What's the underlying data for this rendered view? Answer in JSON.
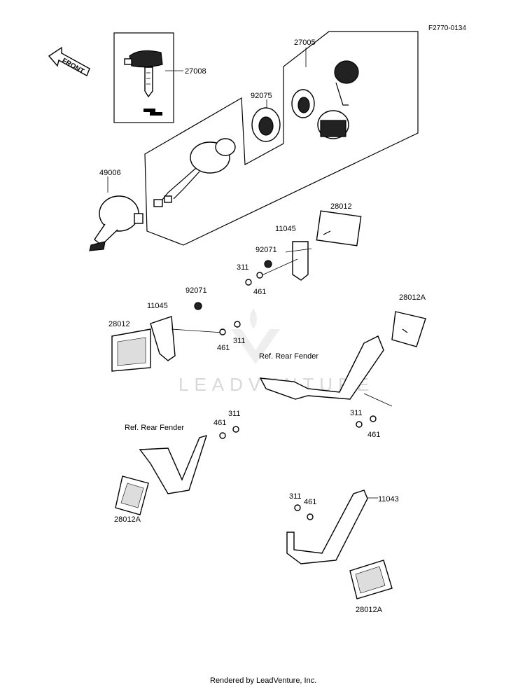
{
  "figure_code": "F2770-0134",
  "direction_label": "FRONT",
  "watermark": "LEADVENTURE",
  "footer": "Rendered by LeadVenture, Inc.",
  "part_labels": {
    "p27008": "27008",
    "p27005": "27005",
    "p92075": "92075",
    "p49006": "49006",
    "p28012_a": "28012",
    "p11045_a": "11045",
    "p92071_a": "92071",
    "p311_a": "311",
    "p461_a": "461",
    "p92071_b": "92071",
    "p11045_b": "11045",
    "p28012_b": "28012",
    "p461_b": "461",
    "p311_b": "311",
    "p28012A_a": "28012A",
    "ref_fender_a": "Ref. Rear Fender",
    "p311_c": "311",
    "p461_c": "461",
    "p311_d": "311",
    "p461_d": "461",
    "ref_fender_b": "Ref. Rear Fender",
    "p28012A_b": "28012A",
    "p311_e": "311",
    "p461_e": "461",
    "p11043": "11043",
    "p28012A_c": "28012A"
  }
}
